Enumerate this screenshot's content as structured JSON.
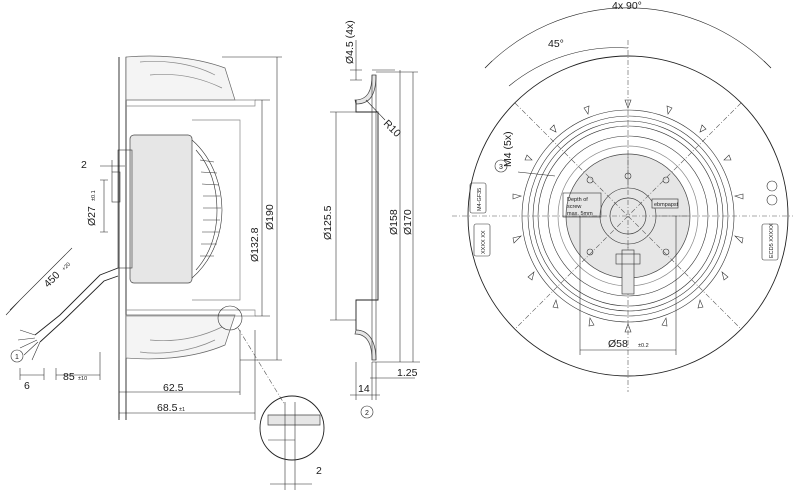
{
  "side_view": {
    "dims": {
      "d2": "2",
      "d27": "Ø27",
      "d27_tol": "±0.1",
      "d450": "450",
      "d450_tol": "+20",
      "d6": "6",
      "d85": "85",
      "d85_tol": "±10",
      "d625": "62.5",
      "d685": "68.5",
      "d685_tol": "±1",
      "d1328": "Ø132.8",
      "d190": "Ø190"
    },
    "callout1": "1",
    "detail_dim": "2"
  },
  "section_view": {
    "dims": {
      "d45": "Ø4.5 (4x)",
      "r10": "R10",
      "d1255": "Ø125.5",
      "d158": "Ø158",
      "d170": "Ø170",
      "d14": "14",
      "d125": "1.25"
    },
    "callout2": "2"
  },
  "front_view": {
    "angle_total": "4x 90°",
    "angle_half": "45°",
    "thread_callout_num": "3",
    "thread": "M4 (5x)",
    "depth_note": [
      "Depth of",
      "screw",
      "max. 5mm"
    ],
    "d58": "Ø58",
    "d58_tol": "±0.2",
    "logo": "ebmpapst",
    "label_left_top": "M4-GF35",
    "label_left_bottom": "XXXX XX",
    "label_right": "ECD5 XXXXX"
  }
}
